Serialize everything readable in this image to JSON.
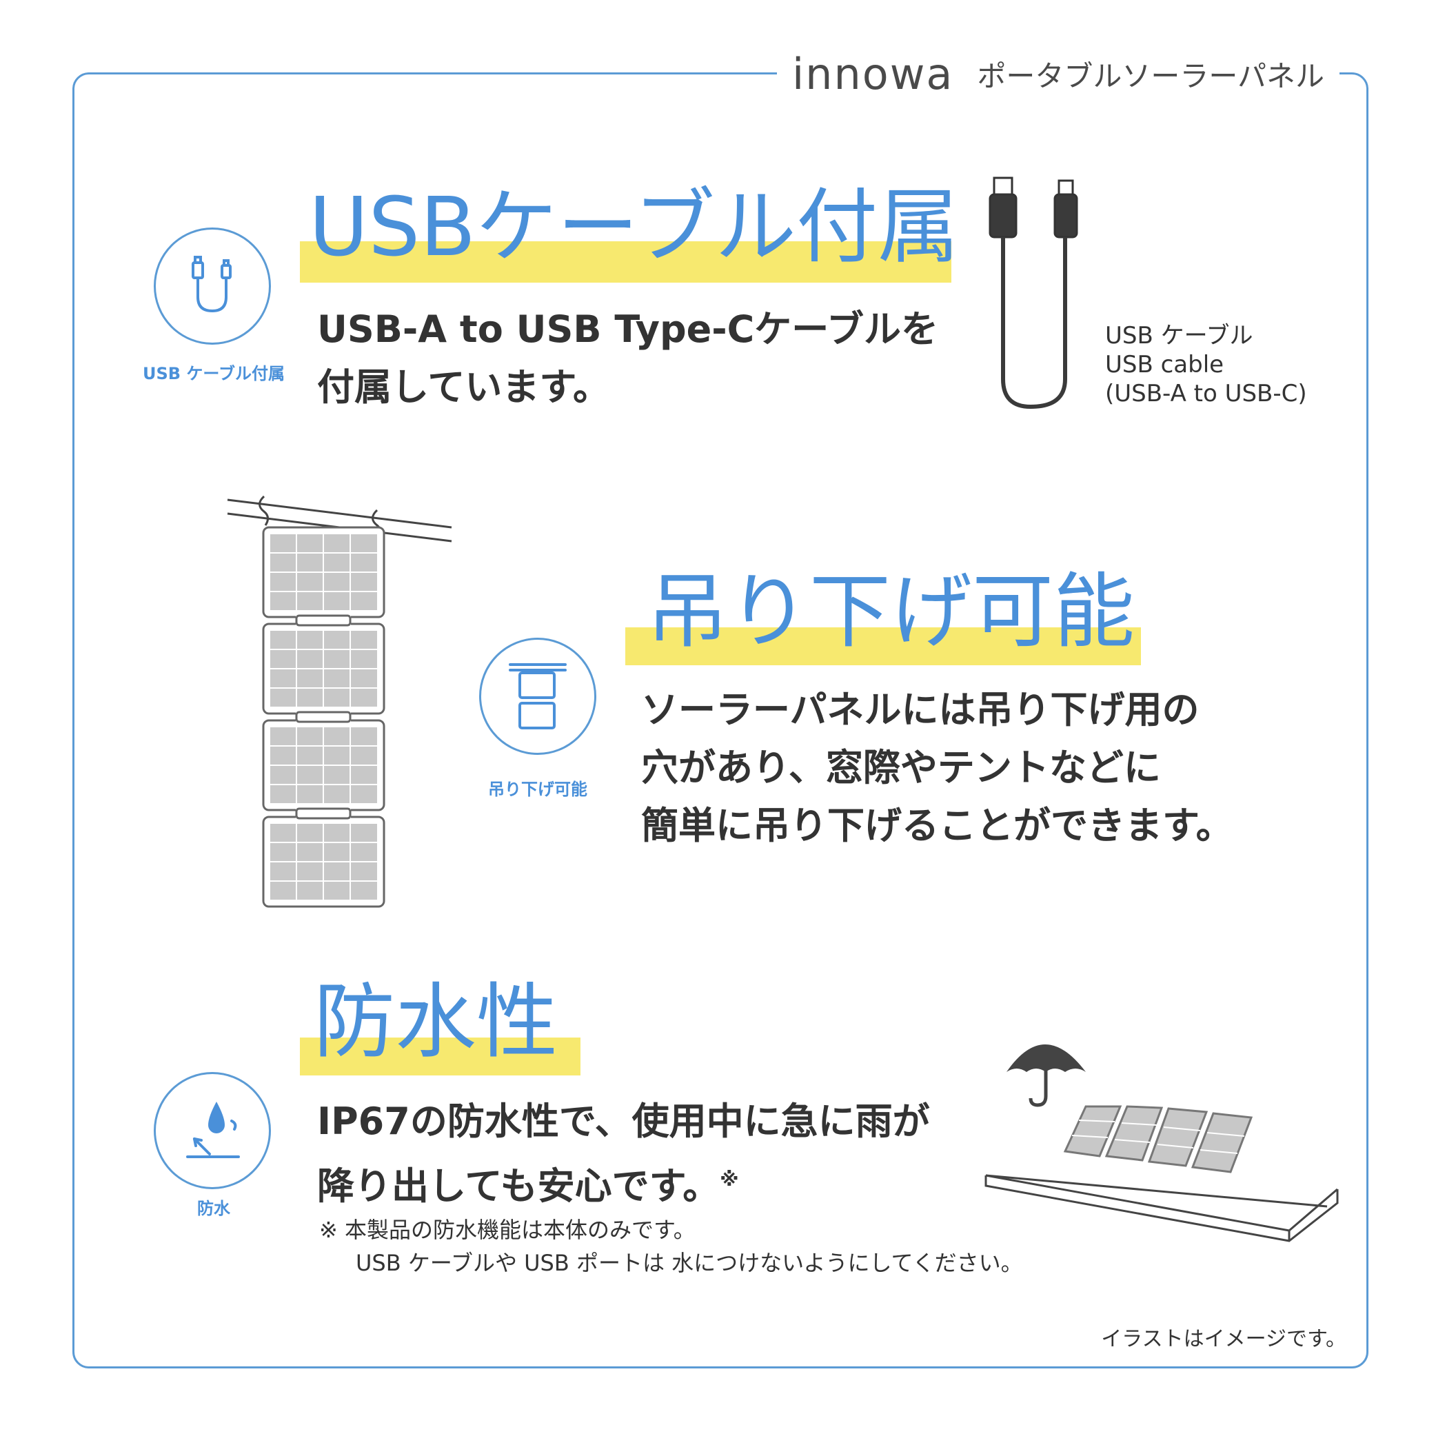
{
  "header": {
    "logo": "innowa",
    "title": "ポータブルソーラーパネル"
  },
  "sections": {
    "usb": {
      "title": "USBケーブル付属",
      "icon_label": "USB ケーブル付属",
      "body_line1": "USB-A to USB Type-Cケーブルを",
      "body_line2": "付属しています。",
      "caption_line1": "USB ケーブル",
      "caption_line2": "USB cable",
      "caption_line3": "(USB-A to USB-C)"
    },
    "hang": {
      "title": "吊り下げ可能",
      "icon_label": "吊り下げ可能",
      "body_line1": "ソーラーパネルには吊り下げ用の",
      "body_line2": "穴があり、窓際やテントなどに",
      "body_line3": "簡単に吊り下げることができます。"
    },
    "water": {
      "title": "防水性",
      "icon_label": "防水",
      "body_line1": "IP67の防水性で、使用中に急に雨が",
      "body_line2": "降り出しても安心です。",
      "body_mark": "※",
      "note_line1": "※ 本製品の防水機能は本体のみです。",
      "note_line2": "USB ケーブルや USB ポートは 水につけないようにしてください。"
    }
  },
  "footer": {
    "disclaimer": "イラストはイメージです。"
  },
  "colors": {
    "accent": "#4a90d9",
    "frame": "#5b9bd5",
    "highlight": "#f7e96f",
    "text": "#333333"
  },
  "icons": {
    "usb": "usb-cable-icon",
    "hang": "hanging-panel-icon",
    "water": "water-drop-icon"
  }
}
